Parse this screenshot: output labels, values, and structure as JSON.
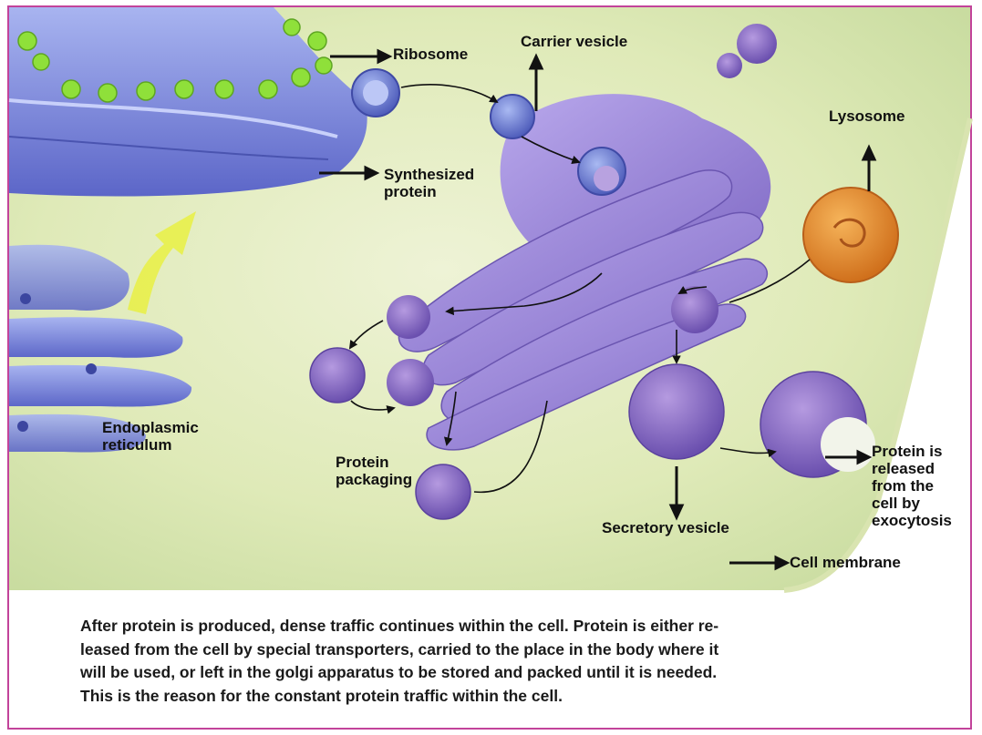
{
  "labels": {
    "ribosome": "Ribosome",
    "carrier_vesicle": "Carrier vesicle",
    "synthesized_protein": "Synthesized\nprotein",
    "lysosome": "Lysosome",
    "endoplasmic_reticulum": "Endoplasmic\nreticulum",
    "protein_packaging": "Protein\npackaging",
    "protein_released": "Protein is\nreleased\nfrom the\ncell by\nexocytosis",
    "secretory_vesicle": "Secretory vesicle",
    "cell_membrane": "Cell membrane"
  },
  "caption": "After protein is produced, dense traffic continues within the cell. Protein is either re-\nleased from the cell by special transporters, carried to the place in the body where it\nwill be used, or left in the golgi apparatus to be stored and packed until it is needed.\nThis is the reason for the constant protein traffic within the cell.",
  "colors": {
    "frame": "#c2439a",
    "cytoplasm": "#e4eec3",
    "golgi": "#9b86d6",
    "er": "#7f8ad8",
    "ribosome": "#8fe03a",
    "lysosome": "#e8892a",
    "arrow_yellow": "#e8f04a"
  }
}
